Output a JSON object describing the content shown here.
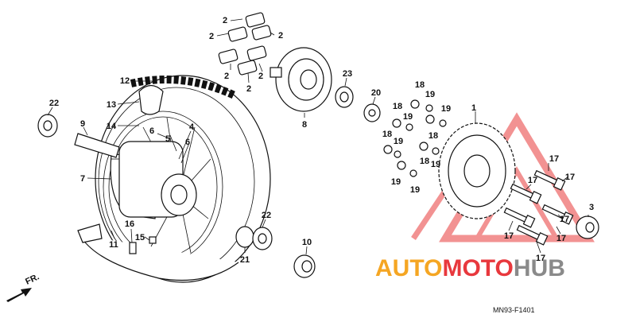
{
  "diagram": {
    "figure_code": "MN93-F1401",
    "direction_label": "FR.",
    "watermark": {
      "part1": "AUTO",
      "part2": "MOTO",
      "part3": "HUB"
    },
    "colors": {
      "watermark_orange": "#f5a623",
      "watermark_red": "#e8383d",
      "watermark_gray": "#8a8a8a",
      "line": "#111111"
    },
    "callouts": [
      "1",
      "2",
      "3",
      "4",
      "5",
      "6",
      "7",
      "8",
      "9",
      "10",
      "11",
      "12",
      "13",
      "14",
      "15",
      "16",
      "17",
      "19",
      "20",
      "21",
      "22",
      "23",
      "18"
    ]
  }
}
